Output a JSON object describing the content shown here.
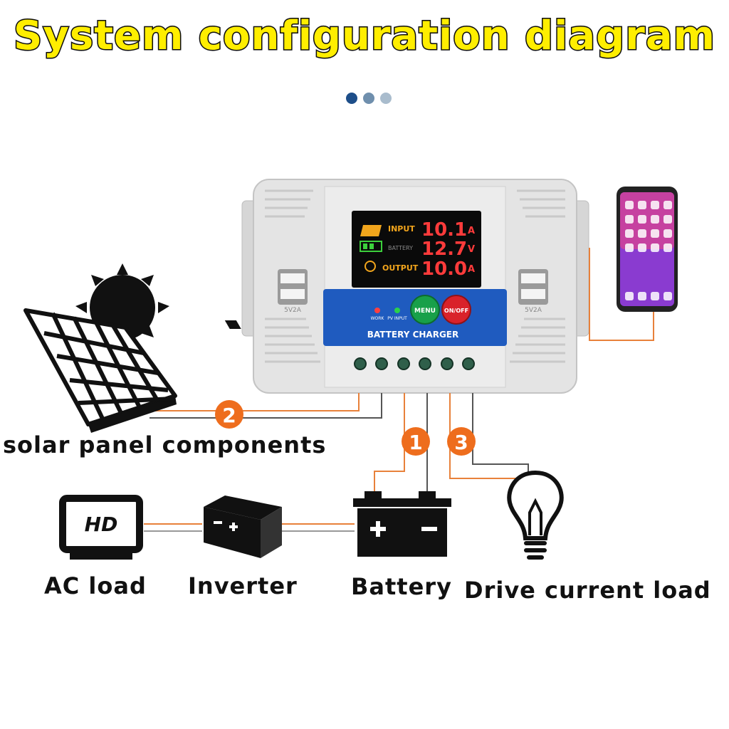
{
  "title": "System configuration diagram",
  "pager": {
    "count": 3,
    "colors": [
      "#1d4e89",
      "#6f8fad",
      "#a9bccd"
    ]
  },
  "controller": {
    "display": {
      "input_label": "INPUT",
      "input_value": "10.1",
      "input_unit": "A",
      "battery_label": "BATTERY",
      "battery_value": "12.7",
      "battery_unit": "V",
      "output_label": "OUTPUT",
      "output_value": "10.0",
      "output_unit": "A"
    },
    "indicators": {
      "work": "WORK",
      "pv_input": "PV INPUT"
    },
    "buttons": {
      "menu": "MENU",
      "onoff": "ON/OFF"
    },
    "name": "BATTERY CHARGER",
    "usb_label": "5V2A"
  },
  "markers": [
    "1",
    "2",
    "3"
  ],
  "labels": {
    "solar": "solar panel components",
    "ac_load": "AC load",
    "inverter": "Inverter",
    "battery": "Battery",
    "drive_load": "Drive current load",
    "monitor": "HD"
  },
  "colors": {
    "title_fill": "#ffee00",
    "wire": "#e8813a",
    "marker": "#ee6d1d",
    "panel_blue": "#1f5bbf",
    "menu_green": "#18a04a",
    "onoff_red": "#d9222a",
    "digits": "#ff3b3b"
  }
}
